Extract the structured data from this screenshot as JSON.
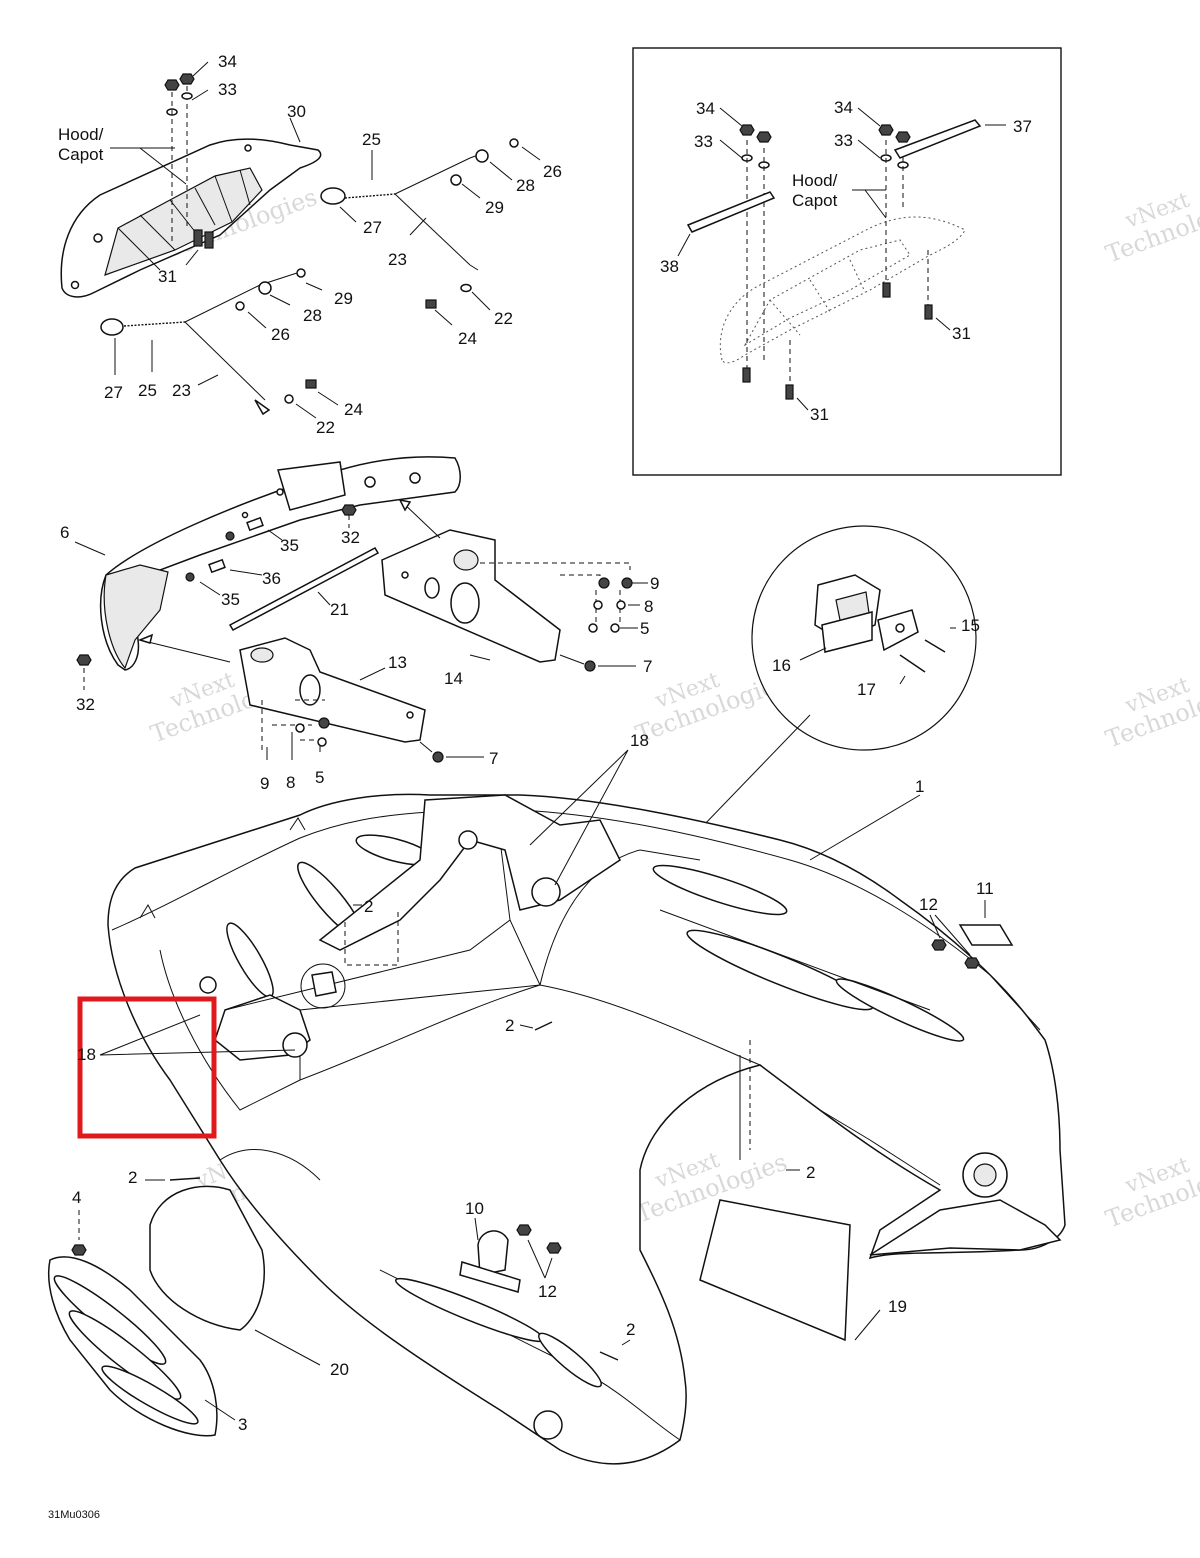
{
  "diagram": {
    "hood_label_line1": "Hood/",
    "hood_label_line2": "Capot",
    "inset_hood_label_line1": "Hood/",
    "inset_hood_label_line2": "Capot",
    "drawing_code": "31Mu0306",
    "watermark_line1": "vNext",
    "watermark_line2": "Technologies",
    "highlight_color": "#e0191c",
    "callouts": {
      "c34a": "34",
      "c33a": "33",
      "c30": "30",
      "c25a": "25",
      "c26a": "26",
      "c28a": "28",
      "c27a": "27",
      "c29a": "29",
      "c31a": "31",
      "c23a": "23",
      "c22a": "22",
      "c24a": "24",
      "c29b": "29",
      "c28b": "28",
      "c26b": "26",
      "c27b": "27",
      "c25b": "25",
      "c23b": "23",
      "c24b": "24",
      "c22b": "22",
      "i34a": "34",
      "i34b": "34",
      "i33a": "33",
      "i33b": "33",
      "i37": "37",
      "i38": "38",
      "i31a": "31",
      "i31b": "31",
      "c6": "6",
      "c35a": "35",
      "c36": "36",
      "c35b": "35",
      "c32a": "32",
      "c21": "21",
      "c9a": "9",
      "c8a": "8",
      "c5a": "5",
      "c7a": "7",
      "c14": "14",
      "c32b": "32",
      "c13": "13",
      "c7b": "7",
      "c9b": "9",
      "c8b": "8",
      "c5b": "5",
      "c15": "15",
      "c16": "16",
      "c17": "17",
      "c18a": "18",
      "c1": "1",
      "c2a": "2",
      "c12a": "12",
      "c11": "11",
      "c18b": "18",
      "c2b": "2",
      "c2c": "2",
      "c2d": "2",
      "c4": "4",
      "c10": "10",
      "c12b": "12",
      "c2e": "2",
      "c19": "19",
      "c20": "20",
      "c3": "3"
    }
  }
}
